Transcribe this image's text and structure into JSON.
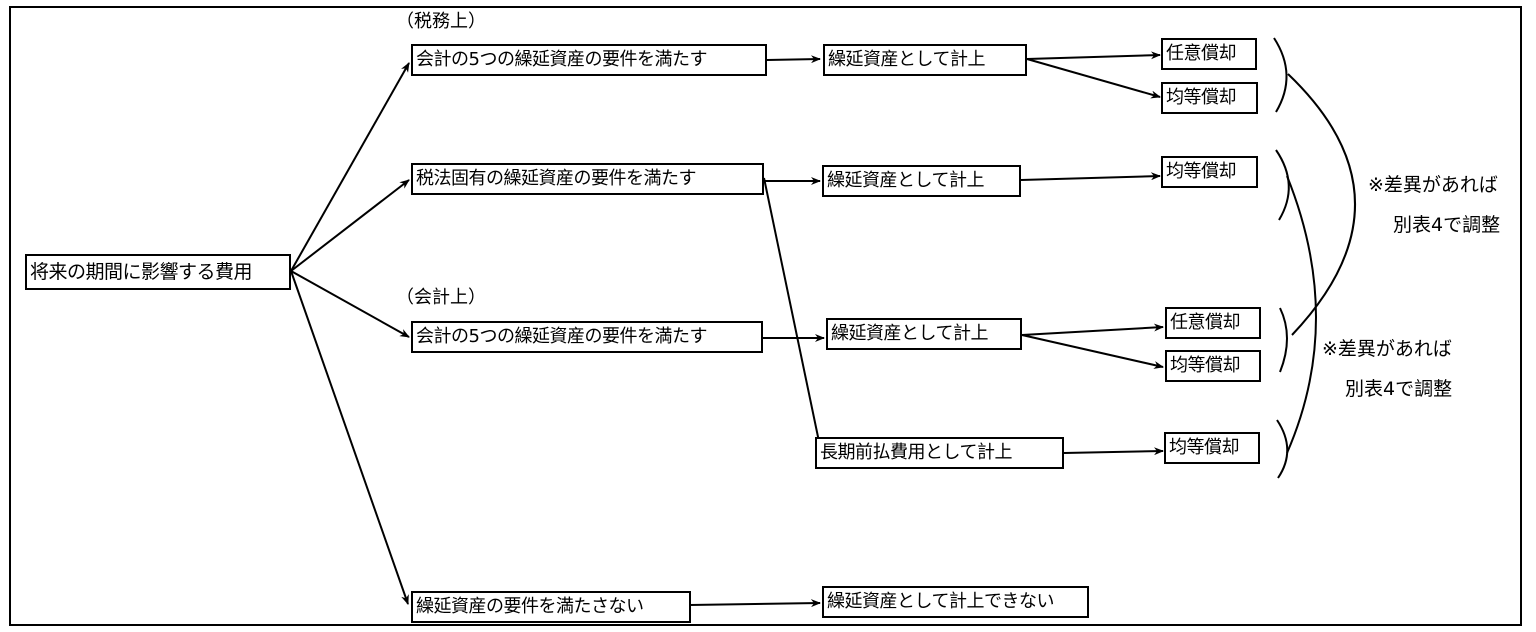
{
  "diagram": {
    "root": "将来の期間に影響する費用",
    "section_labels": {
      "tax": "（税務上）",
      "accounting": "（会計上）"
    },
    "tax_branch": {
      "req_accounting_five": "会計の5つの繰延資産の要件を満たす",
      "req_tax_specific": "税法固有の繰延資産の要件を満たす",
      "record_deferred_1": "繰延資産として計上",
      "record_deferred_2": "繰延資産として計上",
      "optional_amort_1": "任意償却",
      "equal_amort_1": "均等償却",
      "equal_amort_2": "均等償却"
    },
    "accounting_branch": {
      "req_accounting_five": "会計の5つの繰延資産の要件を満たす",
      "record_deferred": "繰延資産として計上",
      "optional_amort": "任意償却",
      "equal_amort": "均等償却",
      "record_long_term_prepaid": "長期前払費用として計上",
      "equal_amort_prepaid": "均等償却"
    },
    "not_met": {
      "req_not_met": "繰延資産の要件を満たさない",
      "cannot_record": "繰延資産として計上できない"
    },
    "notes": {
      "note1_line1": "※差異があれば",
      "note1_line2": "別表4で調整",
      "note2_line1": "※差異があれば",
      "note2_line2": "別表4で調整"
    }
  }
}
